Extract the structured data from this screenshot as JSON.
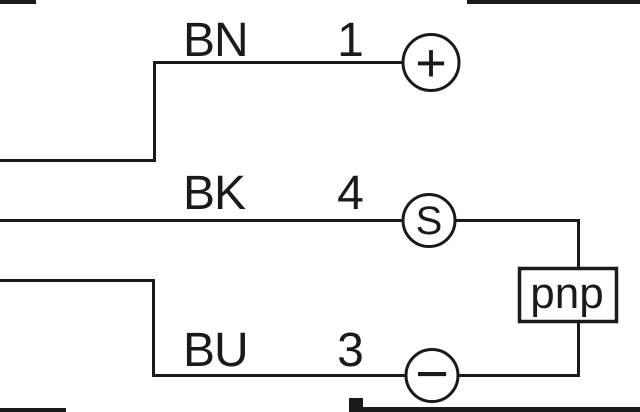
{
  "diagram": {
    "wires": [
      {
        "label": "BN",
        "pin": "1",
        "symbol": "+",
        "terminal_icon": "plus-terminal-icon"
      },
      {
        "label": "BK",
        "pin": "4",
        "symbol": "S",
        "terminal_icon": "signal-terminal-icon"
      },
      {
        "label": "BU",
        "pin": "3",
        "symbol": "−",
        "terminal_icon": "minus-terminal-icon"
      }
    ],
    "output_label": "pnp"
  },
  "colors": {
    "line": "#1a1a1a",
    "background": "#ffffff"
  }
}
